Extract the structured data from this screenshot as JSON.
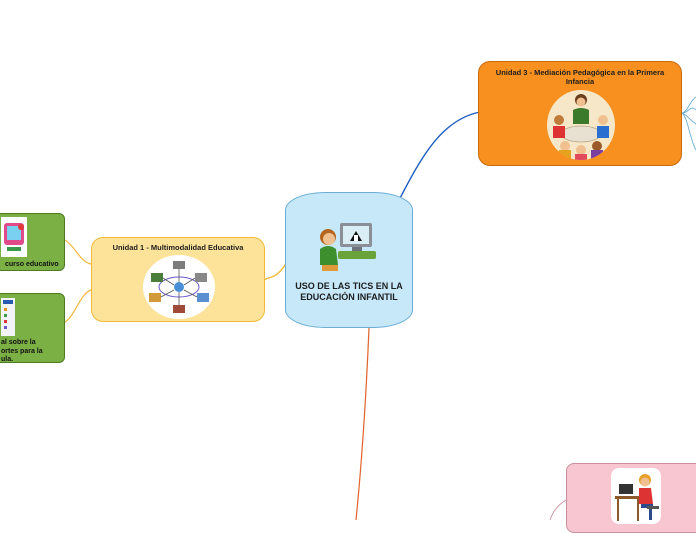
{
  "map": {
    "central": {
      "title": "USO DE LAS TICS EN LA EDUCACIÓN INFANTIL"
    },
    "unit1": {
      "title": "Unidad 1 - Multimodalidad Educativa"
    },
    "unit3": {
      "title": "Unidad 3 - Mediación Pedagógica en la Primera Infancia"
    },
    "sub1": {
      "text": "curso educativo"
    },
    "sub2": {
      "line1": "al sobre la",
      "line2": "ortes para la",
      "line3": "ula."
    }
  },
  "colors": {
    "central_fill": "#c6e8f9",
    "unit1_fill": "#fde39a",
    "unit3_fill": "#f7901e",
    "green_fill": "#7bb045",
    "pink_fill": "#f8c6d1",
    "link_blue": "#1f5fbf",
    "link_orange": "#f2b93c",
    "link_red": "#e0622a"
  },
  "icons": [
    "child-computer-icon",
    "multimodal-diagram-icon",
    "classroom-teacher-icon",
    "child-desk-icon",
    "kids-screen-icon",
    "app-chart-icon"
  ]
}
